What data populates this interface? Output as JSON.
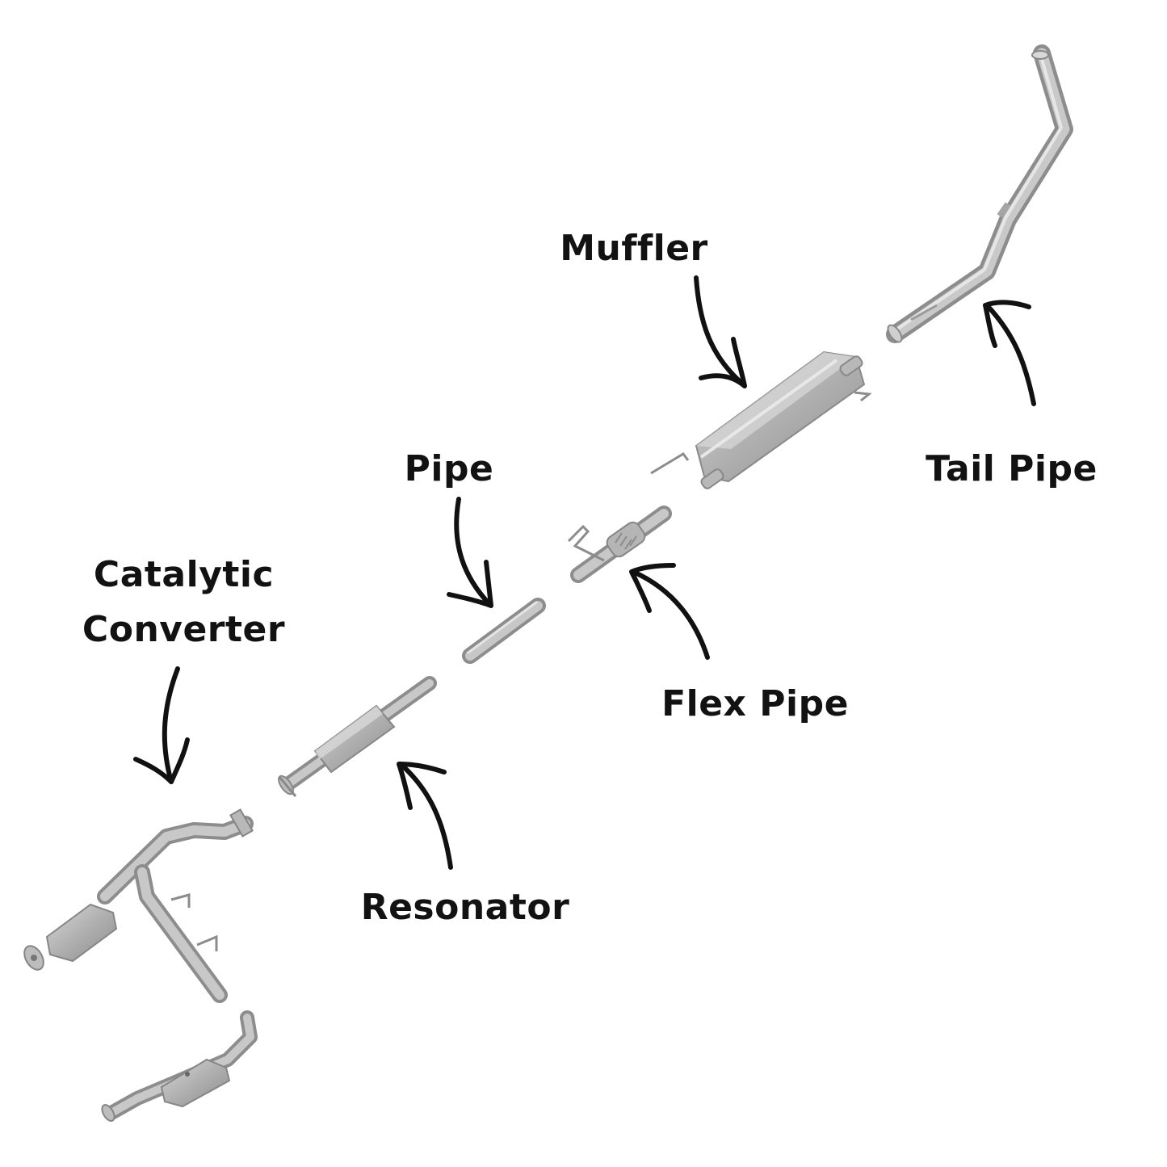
{
  "labels": {
    "muffler": "Muffler",
    "tail_pipe": "Tail Pipe",
    "pipe": "Pipe",
    "catalytic_line1": "Catalytic",
    "catalytic_line2": "Converter",
    "flex_pipe": "Flex Pipe",
    "resonator": "Resonator"
  },
  "colors": {
    "background": "#ffffff",
    "text": "#121212",
    "arrow": "#111111",
    "metal_dark": "#8e8e8e",
    "metal_mid": "#b9b9b9",
    "metal_light": "#dcdcdc"
  }
}
